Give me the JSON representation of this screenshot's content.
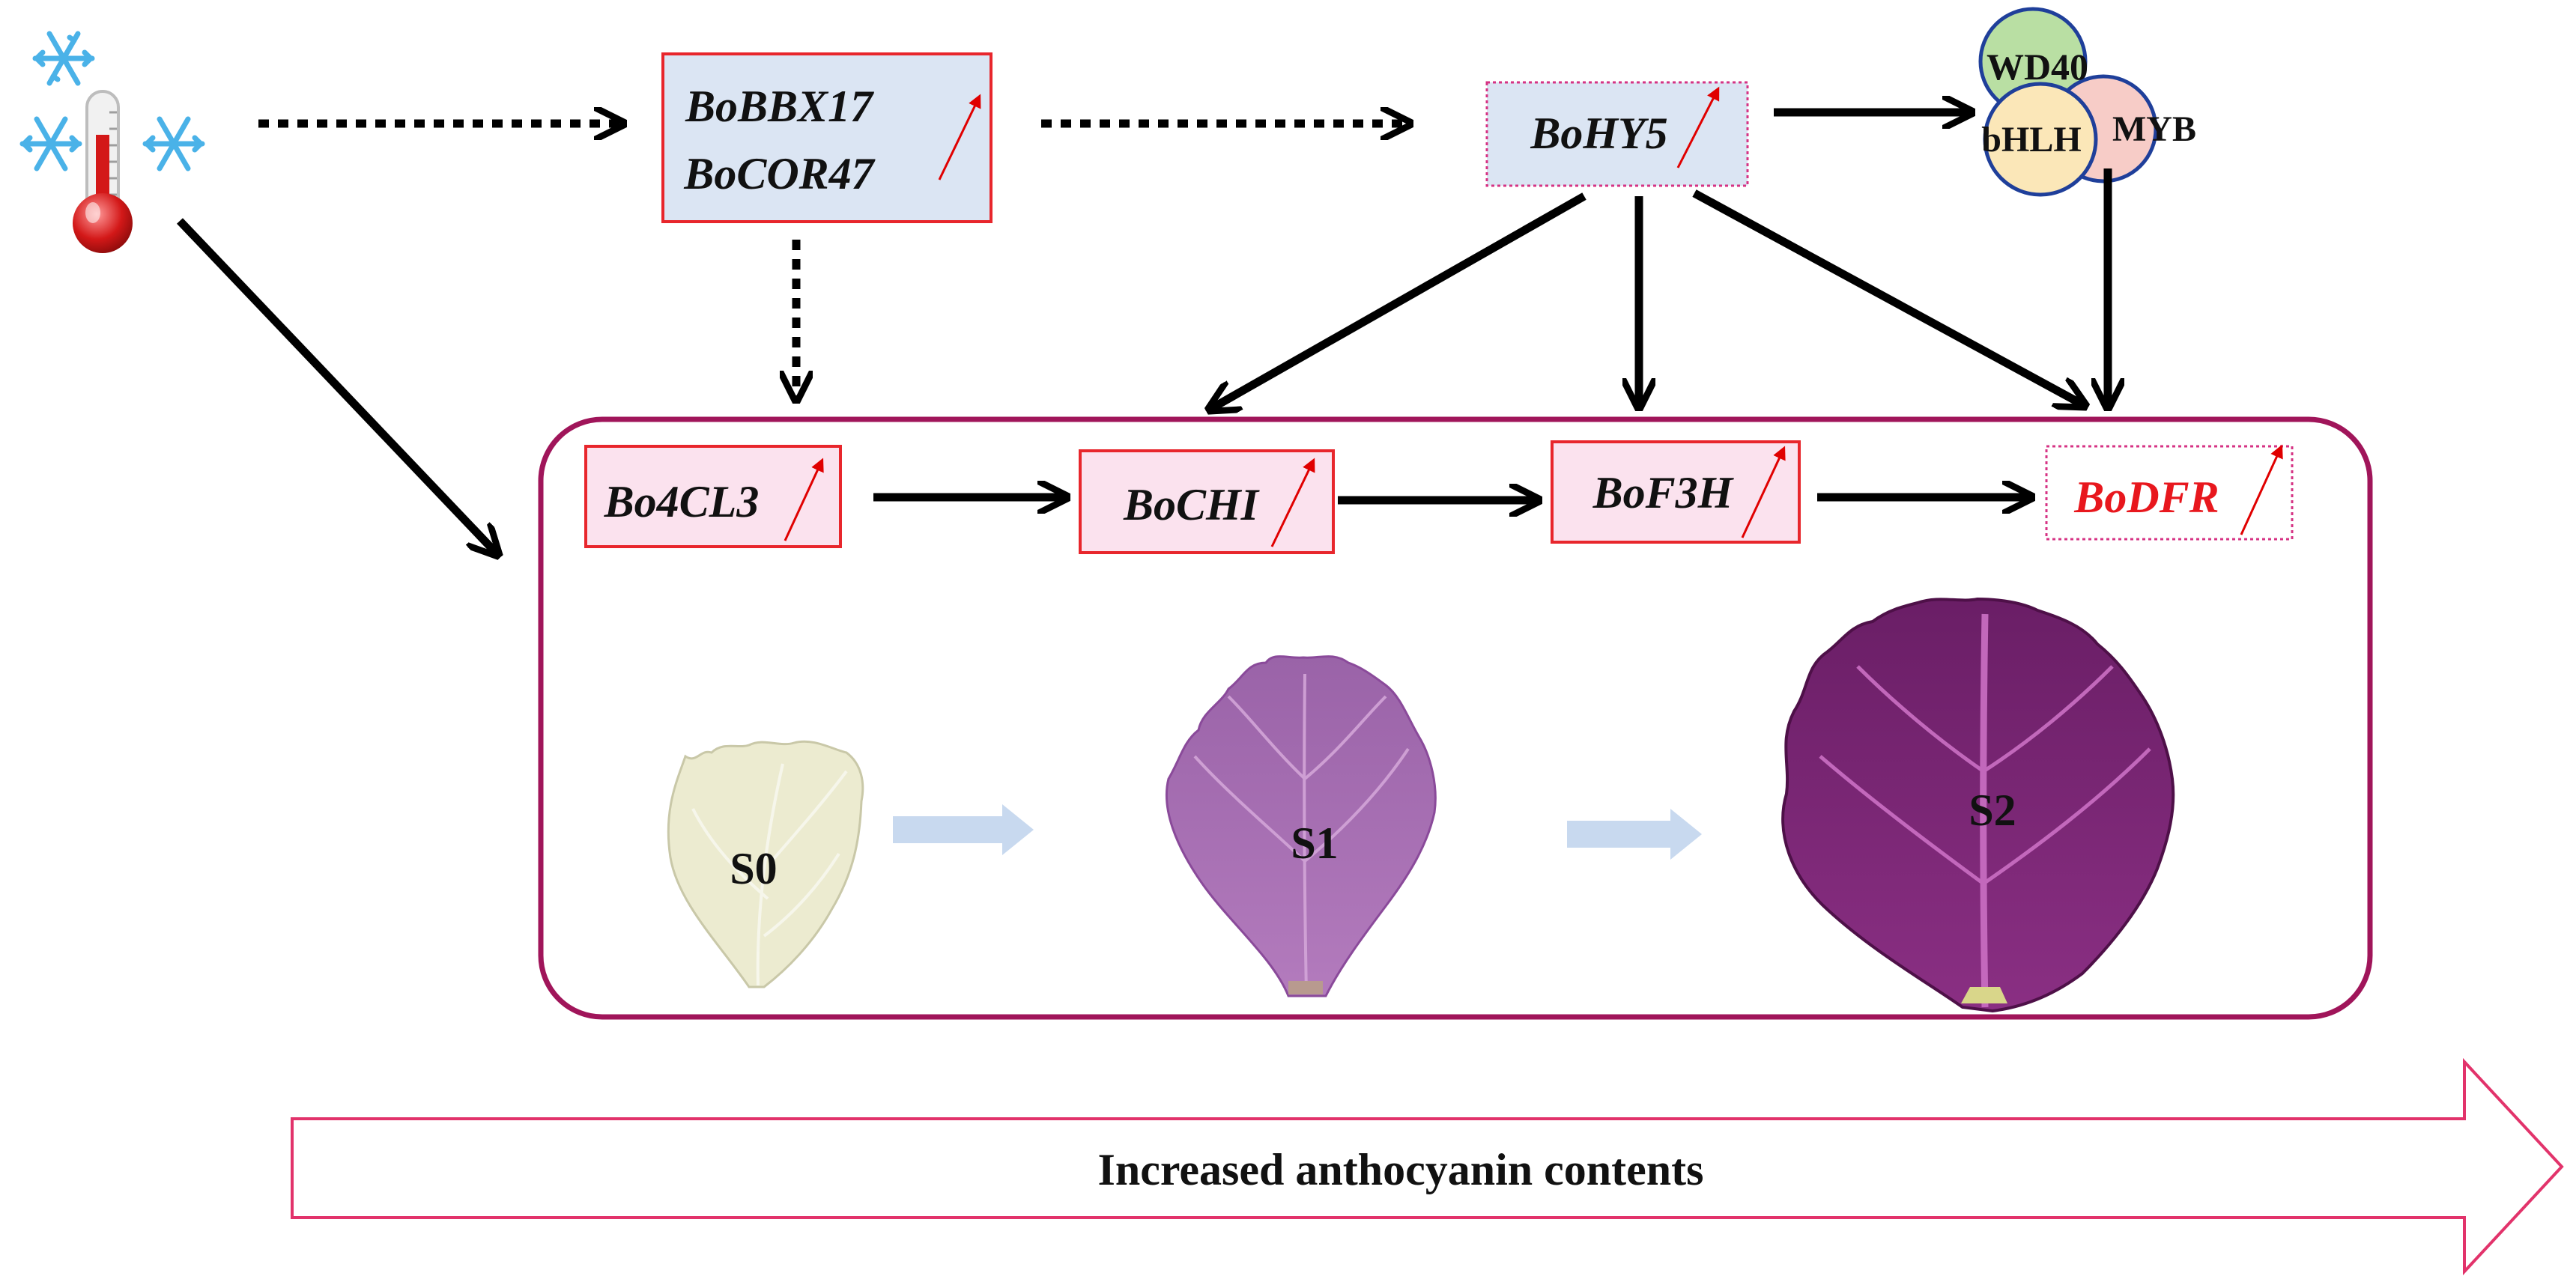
{
  "genes": {
    "bobbx17": "BoBBX17",
    "bocor47": "BoCOR47",
    "bohy5": "BoHY5",
    "bo4cl3": "Bo4CL3",
    "bochi": "BoCHI",
    "bof3h": "BoF3H",
    "bodfr": "BoDFR"
  },
  "complex": {
    "wd40": "WD40",
    "bhlh": "bHLH",
    "myb": "MYB"
  },
  "stages": {
    "s0": "S0",
    "s1": "S1",
    "s2": "S2"
  },
  "banner": {
    "label": "Increased anthocyanin contents"
  },
  "icons": {
    "cold": "snowflake-thermometer-icon",
    "upregulation": "red-up-arrow-icon"
  },
  "colors": {
    "gene_box_blue": "#dbe5f3",
    "gene_box_pink": "#fbe2ee",
    "box_border_red": "#e8262c",
    "box_border_magenta": "#d63384",
    "container_border": "#a0155a",
    "banner_border": "#e2336b",
    "up_arrow": "#e00000",
    "dfr_text": "#e8171d",
    "wd40_fill": "#b9dfa3",
    "bhlh_fill": "#fbe7b8",
    "myb_fill": "#f7ccc7",
    "circle_stroke": "#1f3f9a",
    "snowflake": "#4ab2e8",
    "leaf_s0": "#ecebd0",
    "leaf_s1": "#a86bb4",
    "leaf_s2": "#7a2673",
    "stage_arrow": "#c8d9ef"
  }
}
